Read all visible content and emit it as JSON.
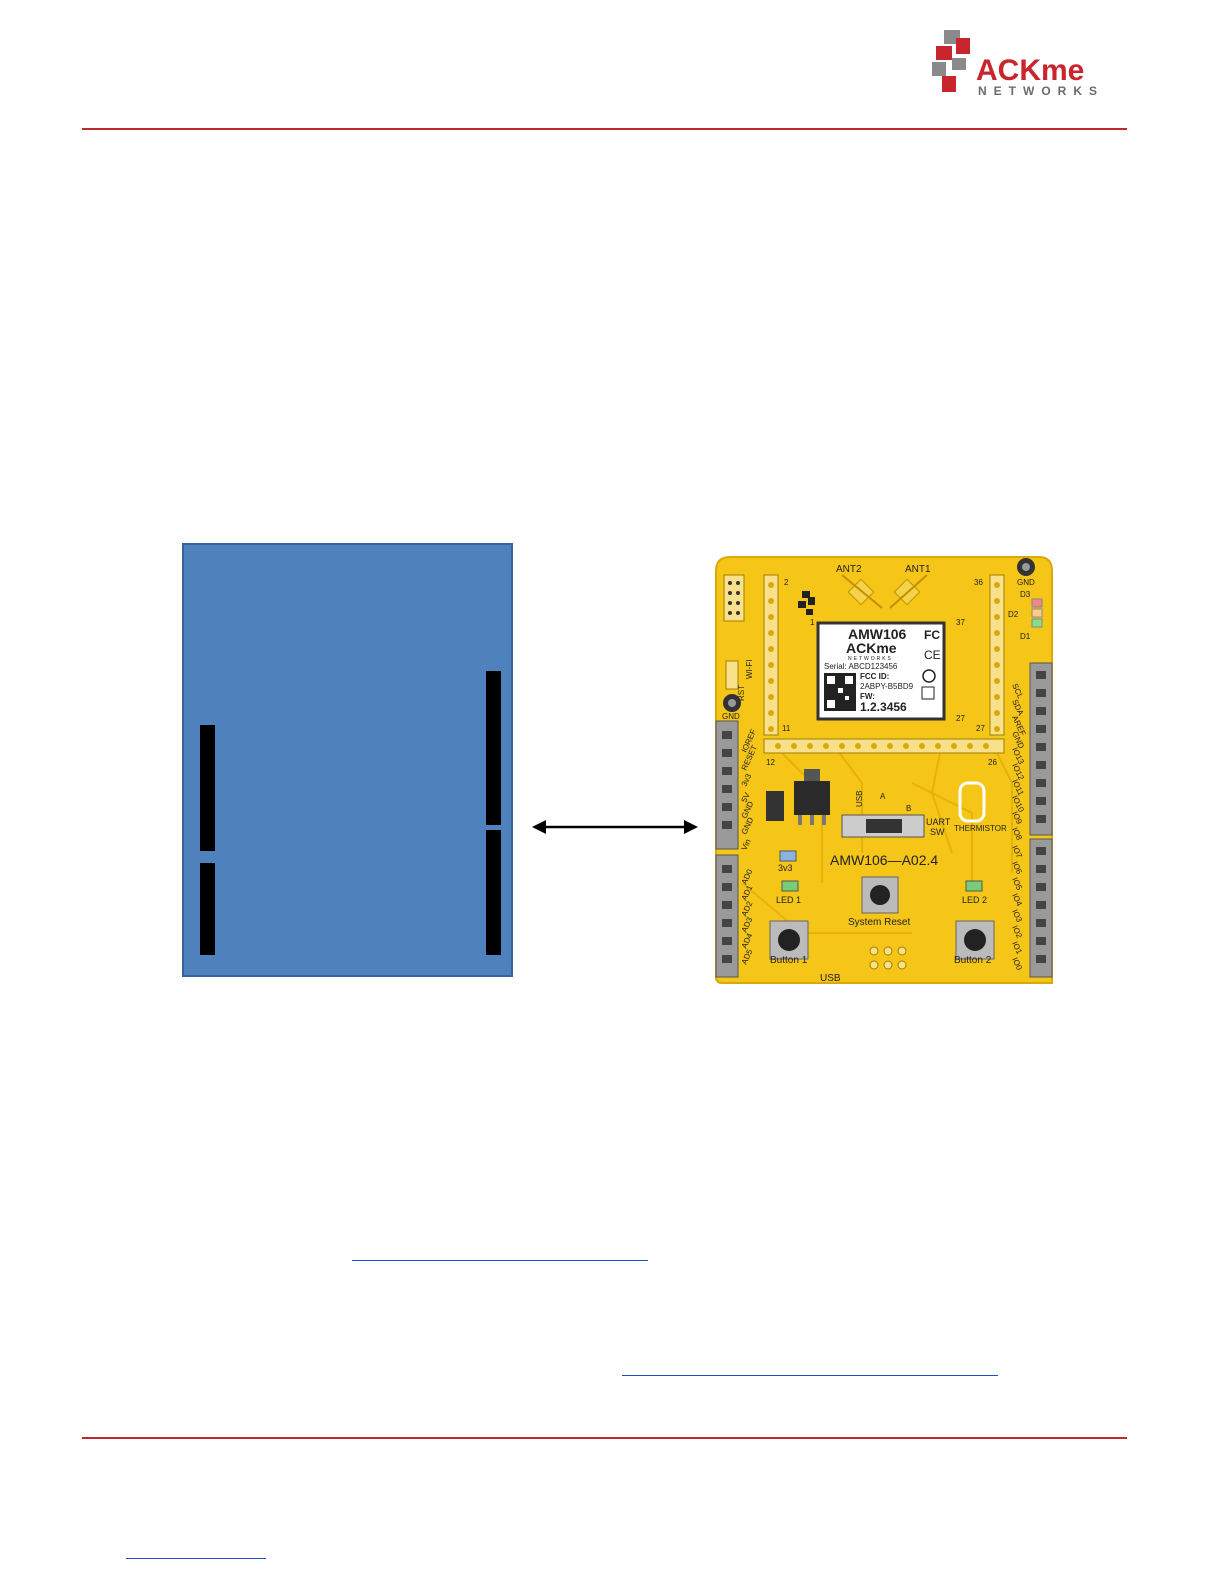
{
  "header": {
    "logo": {
      "brand": "ACKme",
      "subtitle": "NETWORKS",
      "colors": {
        "red": "#c9252c",
        "gray": "#6b6b6b"
      }
    }
  },
  "colors": {
    "rule": "#c0282d",
    "blue_box": "#4f81bd",
    "link": "#1f4dd8",
    "board": "#f5c518"
  },
  "board": {
    "antennas": [
      "ANT2",
      "ANT1"
    ],
    "module": {
      "name": "AMW106",
      "brand": "ACKme",
      "brand_sub": "NETWORKS",
      "serial": "Serial: ABCD123456",
      "fcc_label": "FCC ID:",
      "fcc_id": "2ABPY-B5BD9",
      "fw_label": "FW:",
      "fw": "1.2.3456"
    },
    "labels": {
      "gnd_top": "GND",
      "gnd_left": "GND",
      "d3": "D3",
      "d2": "D2",
      "d1": "D1",
      "rst": "RST",
      "wifi": "WI-FI",
      "usb_switch": "USB",
      "a": "A",
      "b": "B",
      "uart": "UART",
      "sw": "SW",
      "thermistor": "THERMISTOR",
      "board_name": "AMW106—A02.4",
      "led_3v3": "3v3",
      "led1": "LED 1",
      "led2": "LED 2",
      "system_reset": "System Reset",
      "button1": "Button 1",
      "button2": "Button 2",
      "usb_bottom": "USB"
    },
    "header_numbers": [
      "2",
      "1",
      "11",
      "12",
      "36",
      "37",
      "27",
      "27",
      "26"
    ],
    "left_pins": [
      "IOREF",
      "RESET",
      "3v3",
      "5V",
      "GND",
      "GND",
      "Vin",
      "AD0",
      "AD1",
      "AD2",
      "AD3",
      "AD4",
      "AD5"
    ],
    "right_pins": [
      "SCL",
      "SDA",
      "AREF",
      "GND",
      "IO13",
      "IO12",
      "IO11",
      "IO10",
      "IO9",
      "IO8",
      "IO7",
      "IO6",
      "IO5",
      "IO4",
      "IO3",
      "IO2",
      "IO1",
      "IO0"
    ]
  }
}
